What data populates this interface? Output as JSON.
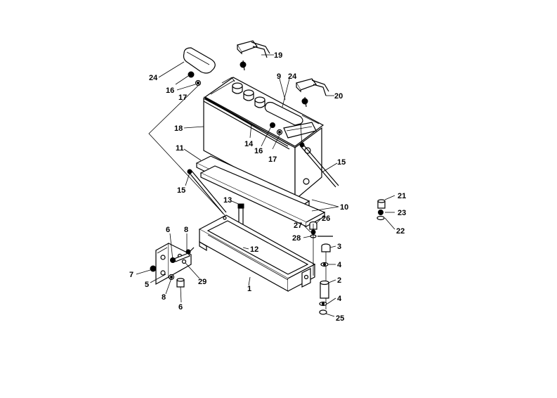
{
  "callouts": [
    {
      "id": "c24a",
      "text": "24"
    },
    {
      "id": "c19",
      "text": "19"
    },
    {
      "id": "c9",
      "text": "9"
    },
    {
      "id": "c24b",
      "text": "24"
    },
    {
      "id": "c20",
      "text": "20"
    },
    {
      "id": "c16a",
      "text": "16"
    },
    {
      "id": "c17a",
      "text": "17"
    },
    {
      "id": "c18",
      "text": "18"
    },
    {
      "id": "c14",
      "text": "14"
    },
    {
      "id": "c16b",
      "text": "16"
    },
    {
      "id": "c17b",
      "text": "17"
    },
    {
      "id": "c11",
      "text": "11"
    },
    {
      "id": "c15a",
      "text": "15"
    },
    {
      "id": "c15b",
      "text": "15"
    },
    {
      "id": "c13",
      "text": "13"
    },
    {
      "id": "c10",
      "text": "10"
    },
    {
      "id": "c21",
      "text": "21"
    },
    {
      "id": "c23",
      "text": "23"
    },
    {
      "id": "c22",
      "text": "22"
    },
    {
      "id": "c26",
      "text": "26"
    },
    {
      "id": "c27",
      "text": "27"
    },
    {
      "id": "c28",
      "text": "28"
    },
    {
      "id": "c3",
      "text": "3"
    },
    {
      "id": "c12",
      "text": "12"
    },
    {
      "id": "c4a",
      "text": "4"
    },
    {
      "id": "c6a",
      "text": "6"
    },
    {
      "id": "c8a",
      "text": "8"
    },
    {
      "id": "c7",
      "text": "7"
    },
    {
      "id": "c29",
      "text": "29"
    },
    {
      "id": "c5",
      "text": "5"
    },
    {
      "id": "c1",
      "text": "1"
    },
    {
      "id": "c2",
      "text": "2"
    },
    {
      "id": "c8b",
      "text": "8"
    },
    {
      "id": "c6b",
      "text": "6"
    },
    {
      "id": "c4b",
      "text": "4"
    },
    {
      "id": "c25",
      "text": "25"
    }
  ]
}
